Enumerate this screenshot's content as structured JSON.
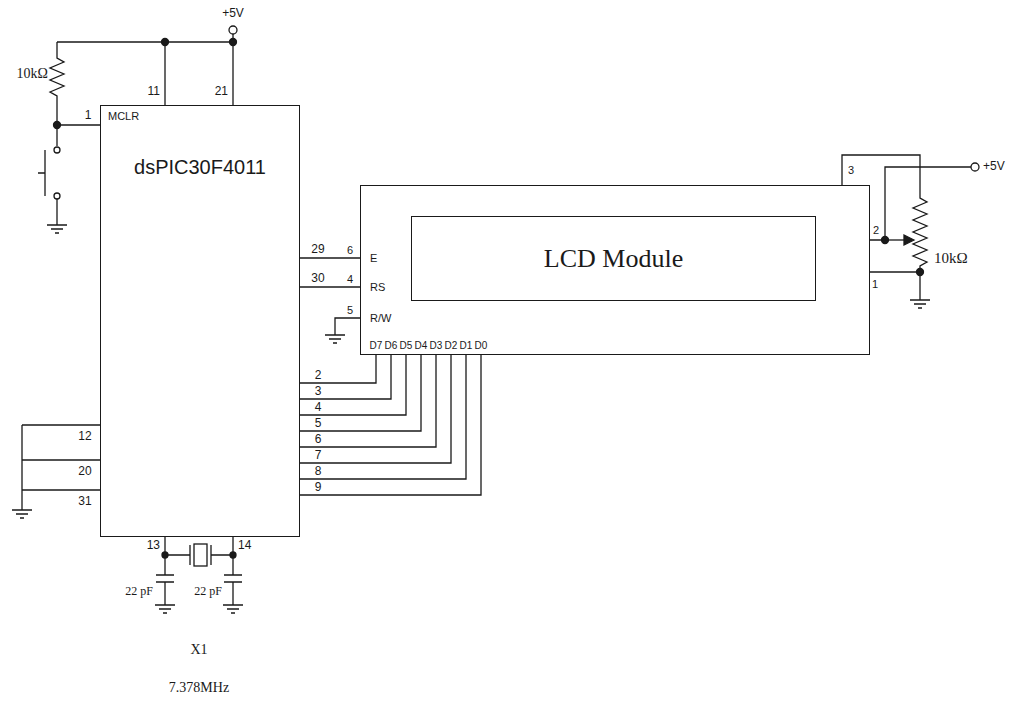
{
  "diagram": {
    "nodes": [
      {
        "text": [
          "dsPIC30F4011"
        ]
      },
      {
        "text": [
          "LCD Module"
        ]
      }
    ],
    "edges": [
      {
        "from": 0,
        "to": 1,
        "arrow": "none"
      },
      {
        "from": 0,
        "to": 1,
        "arrow": "none"
      },
      {
        "from": 0,
        "to": 1,
        "arrow": "none"
      },
      {
        "from": 0,
        "to": 1,
        "arrow": "none"
      },
      {
        "from": 0,
        "to": 1,
        "arrow": "none"
      },
      {
        "from": 0,
        "to": 1,
        "arrow": "none"
      },
      {
        "from": 0,
        "to": 1,
        "arrow": "none"
      },
      {
        "from": 0,
        "to": 1,
        "arrow": "none"
      },
      {
        "from": 0,
        "to": 1,
        "arrow": "none"
      },
      {
        "from": 0,
        "to": 1,
        "arrow": "none"
      }
    ],
    "labels": [
      "+5V",
      "10kΩ",
      "11",
      "21",
      "MCLR",
      "1",
      "29",
      "30",
      "6",
      "E",
      "4",
      "RS",
      "5",
      "R/W",
      "D7",
      "D6",
      "D5",
      "D4",
      "D3",
      "D2",
      "D1",
      "D0",
      "2",
      "3",
      "4",
      "5",
      "6",
      "7",
      "8",
      "9",
      "12",
      "20",
      "31",
      "13",
      "14",
      "22 pF",
      "22 pF",
      "X1",
      "7.378MHz",
      "3",
      "2",
      "1",
      "+5V",
      "10kΩ"
    ]
  }
}
